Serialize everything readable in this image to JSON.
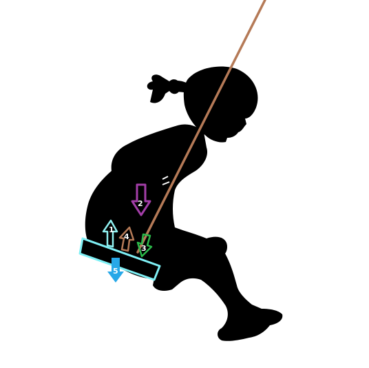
{
  "figure": {
    "description_free": true,
    "colors": {
      "background": "#ffffff",
      "silhouette": "#000000",
      "rope": "#b57a57",
      "seat_outline": "#7ff0f5"
    }
  },
  "arrows": [
    {
      "number": "1",
      "direction": "up",
      "color": "#8ff0f0",
      "icon": "outline-arrow-up"
    },
    {
      "number": "2",
      "direction": "down",
      "color": "#a33ea8",
      "icon": "outline-arrow-down"
    },
    {
      "number": "3",
      "direction": "down",
      "color": "#2bb94a",
      "icon": "outline-arrow-down"
    },
    {
      "number": "4",
      "direction": "up",
      "color": "#b57a57",
      "icon": "outline-arrow-up"
    },
    {
      "number": "5",
      "direction": "down",
      "color": "#27a8e8",
      "icon": "filled-arrow-down"
    }
  ]
}
